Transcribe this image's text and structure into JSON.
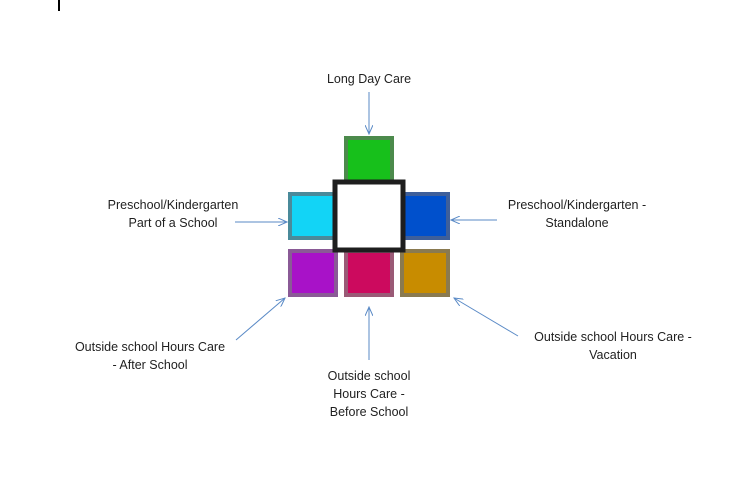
{
  "labels": {
    "long_day_care": "Long Day Care",
    "preschool_school": "Preschool/Kindergarten\nPart of a School",
    "preschool_standalone": "Preschool/Kindergarten -\nStandalone",
    "oshc_after": "Outside school Hours Care\n- After School",
    "oshc_before": "Outside school\nHours Care -\nBefore School",
    "oshc_vacation": "Outside school Hours Care -\nVacation"
  },
  "colors": {
    "center_fill": "#ffffff",
    "center_border": "#1e1e1e",
    "long_day_care": "#17c01b",
    "preschool_school": "#12d4f6",
    "preschool_standalone": "#0050cc",
    "oshc_after": "#a812c8",
    "oshc_before": "#cc0a5e",
    "oshc_vacation": "#c88c00",
    "arrow": "#5a8ac6"
  }
}
